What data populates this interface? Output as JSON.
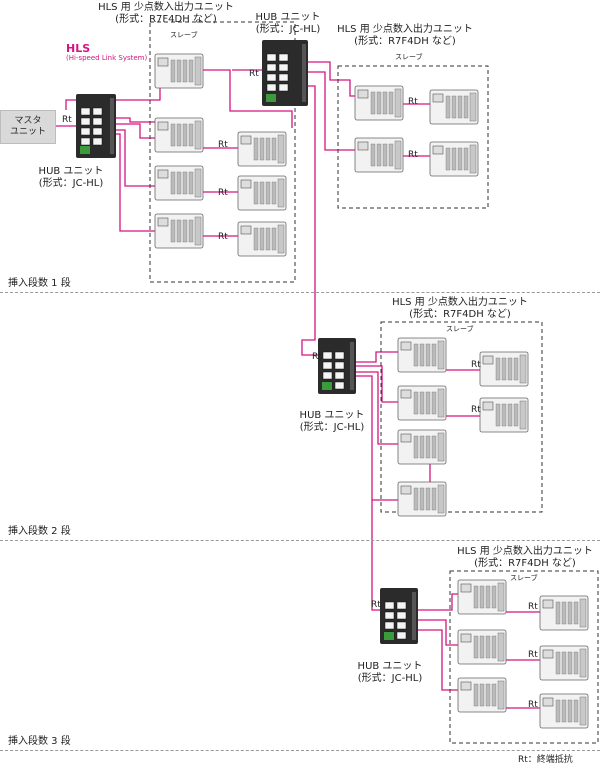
{
  "master": {
    "line1": "マスタ",
    "line2": "ユニット"
  },
  "hls": {
    "title": "HLS",
    "subtitle": "(Hi-speed Link System)"
  },
  "rt_label": "Rt",
  "slave_label": "スレーブ",
  "footnote": "Rt：終端抵抗",
  "stages": [
    {
      "name": "挿入段数 1 段",
      "hub_a": {
        "line1": "HUB ユニット",
        "line2": "(形式：JC-HL)"
      },
      "hub_b": {
        "line1": "HUB ユニット",
        "line2": "(形式：JC-HL)"
      },
      "io_a": {
        "line1": "HLS 用 少点数入出力ユニット",
        "line2": "(形式：R7F4DH など)"
      },
      "io_b": {
        "line1": "HLS 用 少点数入出力ユニット",
        "line2": "(形式：R7F4DH など)"
      }
    },
    {
      "name": "挿入段数 2 段",
      "hub": {
        "line1": "HUB ユニット",
        "line2": "(形式：JC-HL)"
      },
      "io": {
        "line1": "HLS 用 少点数入出力ユニット",
        "line2": "(形式：R7F4DH など)"
      }
    },
    {
      "name": "挿入段数 3 段",
      "hub": {
        "line1": "HUB ユニット",
        "line2": "(形式：JC-HL)"
      },
      "io": {
        "line1": "HLS 用 少点数入出力ユニット",
        "line2": "(形式：R7F4DH など)"
      }
    }
  ],
  "colors": {
    "cable": "#d4157f",
    "hub": "#2b2b2b",
    "slave_body": "#f2f2f2",
    "dashed_box": "#333333",
    "master_fill": "#d9d9d9"
  }
}
